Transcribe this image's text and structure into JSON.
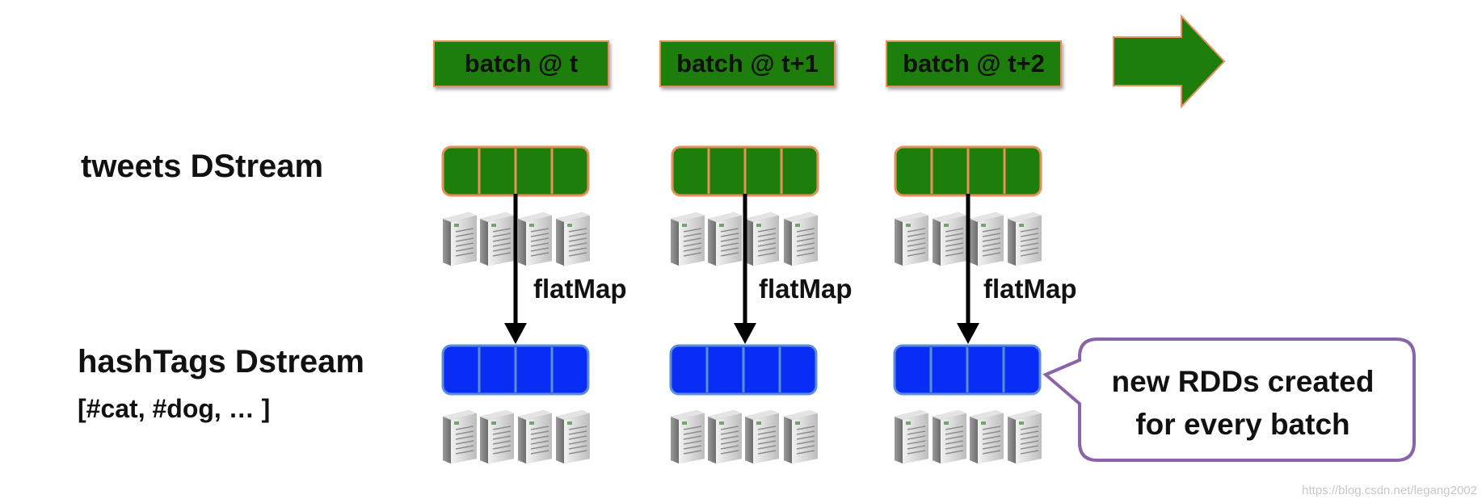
{
  "timeline": {
    "batches": [
      "batch @ t",
      "batch @ t+1",
      "batch @ t+2"
    ]
  },
  "labels": {
    "tweets_stream": "tweets DStream",
    "hashtags_stream": "hashTags Dstream",
    "hashtags_example": "[#cat, #dog, … ]"
  },
  "operation": "flatMap",
  "callout": {
    "line1": "new RDDs created",
    "line2": "for every batch"
  },
  "watermark": "https://blog.csdn.net/legang2002",
  "colors": {
    "batch_fill": "#1e7e0c",
    "batch_border": "#e9905a",
    "rdd_input_fill": "#1e7e0c",
    "rdd_input_border": "#e9905a",
    "rdd_output_fill": "#0a2df5",
    "rdd_output_border": "#5b8ed6",
    "callout_border": "#8a63a8",
    "arrow": "#000000"
  },
  "icons": {
    "arrow": "timeline-arrow-icon",
    "server": "server-icon"
  }
}
